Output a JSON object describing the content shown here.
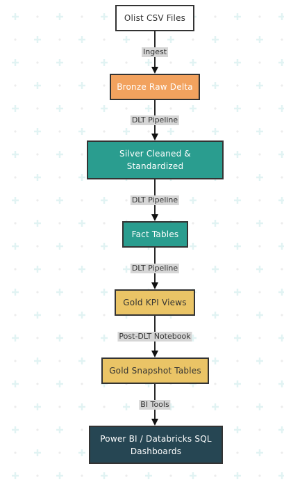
{
  "colors": {
    "source_fill": "#ffffff",
    "bronze_fill": "#f2a25e",
    "teal_fill": "#2a9d8f",
    "gold_fill": "#eac466",
    "dashboard_fill": "#264653",
    "node_border": "#333333",
    "edge": "#111111",
    "edge_label_bg": "#d6d6d6",
    "grid_plus": "#e1f3f3",
    "grid_dot": "#ececec"
  },
  "nodes": [
    {
      "id": "source",
      "label": "Olist CSV Files",
      "fill": "#ffffff",
      "text_color": "#333333"
    },
    {
      "id": "bronze",
      "label": "Bronze Raw Delta",
      "fill": "#f2a25e",
      "text_color": "#ffffff"
    },
    {
      "id": "silver",
      "label": "Silver Cleaned & Standardized",
      "fill": "#2a9d8f",
      "text_color": "#ffffff"
    },
    {
      "id": "fact",
      "label": "Fact Tables",
      "fill": "#2a9d8f",
      "text_color": "#ffffff"
    },
    {
      "id": "gold_kpi",
      "label": "Gold KPI Views",
      "fill": "#eac466",
      "text_color": "#333333"
    },
    {
      "id": "gold_snapshot",
      "label": "Gold Snapshot Tables",
      "fill": "#eac466",
      "text_color": "#333333"
    },
    {
      "id": "dashboards",
      "label": "Power BI / Databricks SQL Dashboards",
      "fill": "#264653",
      "text_color": "#ffffff"
    }
  ],
  "edges": [
    {
      "from": "source",
      "to": "bronze",
      "label": "Ingest"
    },
    {
      "from": "bronze",
      "to": "silver",
      "label": "DLT Pipeline"
    },
    {
      "from": "silver",
      "to": "fact",
      "label": "DLT Pipeline"
    },
    {
      "from": "fact",
      "to": "gold_kpi",
      "label": "DLT Pipeline"
    },
    {
      "from": "gold_kpi",
      "to": "gold_snapshot",
      "label": "Post-DLT Notebook"
    },
    {
      "from": "gold_snapshot",
      "to": "dashboards",
      "label": "BI Tools"
    }
  ]
}
